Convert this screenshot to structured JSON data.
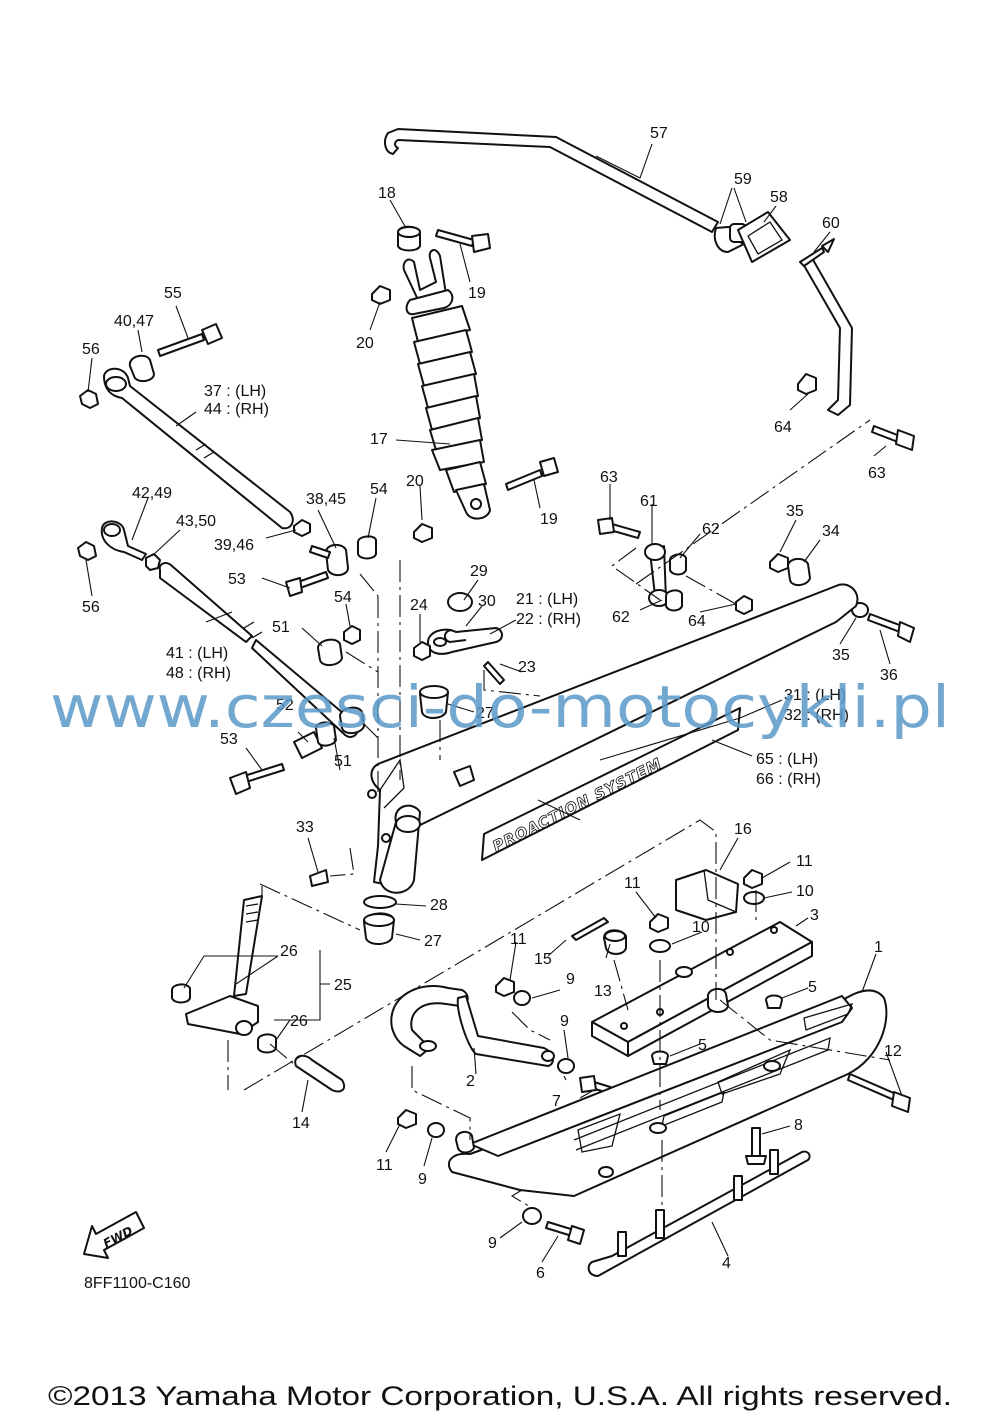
{
  "diagram_code": "8FF1100-C160",
  "watermark": "www.czesci-do-motocykli.pl",
  "copyright": "©2013 Yamaha Motor Corporation, U.S.A. All rights reserved.",
  "decal_text": "PROACTION SYSTEM",
  "fwd_label": "FWD",
  "callouts": {
    "c57": "57",
    "c59": "59",
    "c58": "58",
    "c60": "60",
    "c18": "18",
    "c19a": "19",
    "c20a": "20",
    "c55": "55",
    "c4047": "40,47",
    "c56a": "56",
    "c37_44a": "37 : (LH)",
    "c37_44b": "44 : (RH)",
    "c17": "17",
    "c64a": "64",
    "c63a": "63",
    "c20b": "20",
    "c19b": "19",
    "c4249": "42,49",
    "c4350": "43,50",
    "c3845": "38,45",
    "c54a": "54",
    "c3946": "39,46",
    "c56b": "56",
    "c53a": "53",
    "c54b": "54",
    "c51a": "51",
    "c41_48a": "41 : (LH)",
    "c41_48b": "48 : (RH)",
    "c63b": "63",
    "c61": "61",
    "c62a": "62",
    "c62b": "62",
    "c64b": "64",
    "c35a": "35",
    "c34": "34",
    "c35b": "35",
    "c36": "36",
    "c29": "29",
    "c30": "30",
    "c24": "24",
    "c21_22a": "21 : (LH)",
    "c21_22b": "22 : (RH)",
    "c23": "23",
    "c27a": "27",
    "c52": "52",
    "c53b": "53",
    "c51b": "51",
    "c31_32a": "31 : (LH)",
    "c31_32b": "32 : (RH)",
    "c65_66a": "65 : (LH)",
    "c65_66b": "66 : (RH)",
    "c33": "33",
    "c16": "16",
    "c11a": "11",
    "c11b": "11",
    "c10a": "10",
    "c10b": "10",
    "c3": "3",
    "c28": "28",
    "c27b": "27",
    "c26a": "26",
    "c25": "25",
    "c26b": "26",
    "c15": "15",
    "c11c": "11",
    "c9a": "9",
    "c13": "13",
    "c1": "1",
    "c5a": "5",
    "c9b": "9",
    "c5b": "5",
    "c2": "2",
    "c12": "12",
    "c7": "7",
    "c14": "14",
    "c8": "8",
    "c11d": "11",
    "c9c": "9",
    "c9d": "9",
    "c6": "6",
    "c4": "4"
  }
}
